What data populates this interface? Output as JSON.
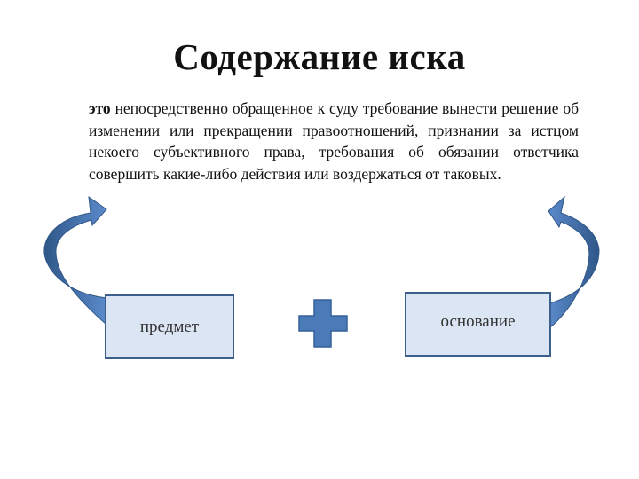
{
  "title": "Содержание иска",
  "definition": {
    "lead": "это",
    "text": " непосредственно обращенное к суду требование вынести решение об изменении или прекращении правоотношений, признании за истцом некоего субъективного права, требования об обязании ответчика совершить какие-либо действия или воздержаться от таковых."
  },
  "boxes": {
    "left": "предмет",
    "right": "основание"
  },
  "colors": {
    "arrow": "#4a7ab8",
    "arrow_dark": "#2f5788",
    "box_fill": "#dbe5f3",
    "box_border": "#3c5f8c",
    "plus": "#4a7ab8"
  }
}
